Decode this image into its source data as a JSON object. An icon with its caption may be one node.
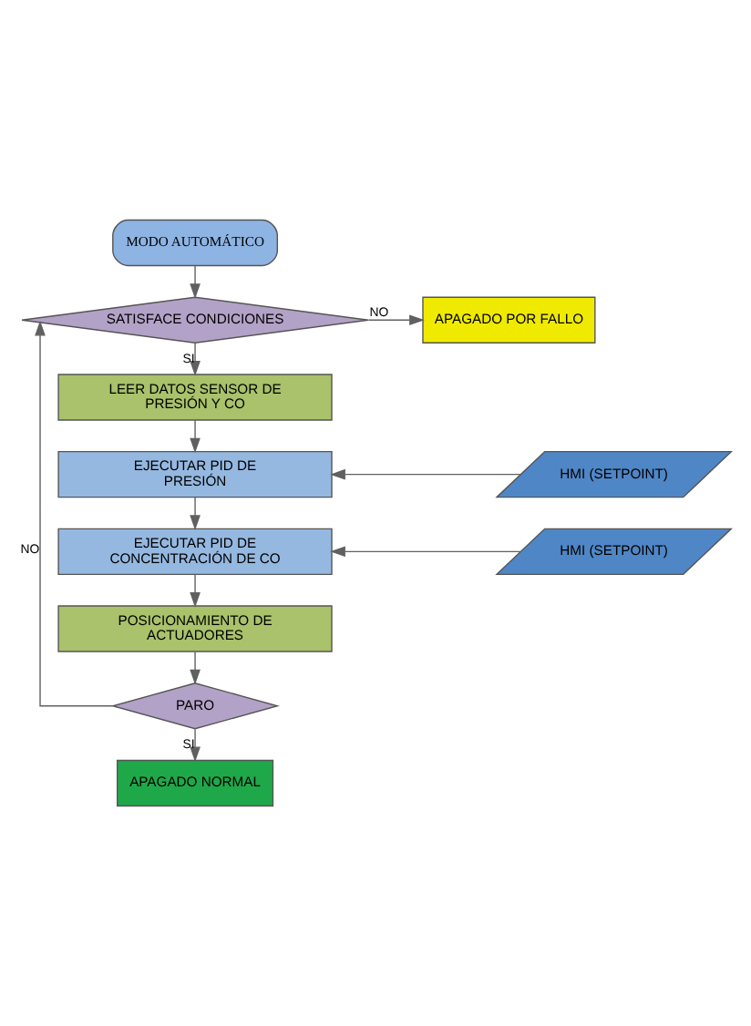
{
  "diagram": {
    "nodes": [
      {
        "text": [
          "MODO AUTOMÁTICO"
        ]
      },
      {
        "text": [
          "SATISFACE CONDICIONES"
        ]
      },
      {
        "text": [
          "APAGADO POR FALLO"
        ]
      },
      {
        "text": [
          "LEER DATOS SENSOR DE PRESIÓN Y CO"
        ]
      },
      {
        "text": [
          "EJECUTAR PID DE PRESIÓN"
        ]
      },
      {
        "text": [
          "HMI (SETPOINT)"
        ]
      },
      {
        "text": [
          "EJECUTAR PID DE CONCENTRACIÓN DE CO"
        ]
      },
      {
        "text": [
          "HMI (SETPOINT)"
        ]
      },
      {
        "text": [
          "POSICIONAMIENTO DE ACTUADORES"
        ]
      },
      {
        "text": [
          "PARO"
        ]
      },
      {
        "text": [
          "APAGADO NORMAL"
        ]
      }
    ],
    "edges": [
      {
        "from": 0,
        "to": 1,
        "arrow": "to"
      },
      {
        "from": 1,
        "to": 2,
        "arrow": "to",
        "label": "NO"
      },
      {
        "from": 1,
        "to": 3,
        "arrow": "to",
        "label": "SI"
      },
      {
        "from": 3,
        "to": 4,
        "arrow": "to"
      },
      {
        "from": 5,
        "to": 4,
        "arrow": "to"
      },
      {
        "from": 4,
        "to": 6,
        "arrow": "to"
      },
      {
        "from": 7,
        "to": 6,
        "arrow": "to"
      },
      {
        "from": 6,
        "to": 8,
        "arrow": "to"
      },
      {
        "from": 8,
        "to": 9,
        "arrow": "to"
      },
      {
        "from": 9,
        "to": 1,
        "arrow": "to",
        "label": "NO"
      },
      {
        "from": 9,
        "to": 10,
        "arrow": "to",
        "label": "SI"
      }
    ]
  }
}
